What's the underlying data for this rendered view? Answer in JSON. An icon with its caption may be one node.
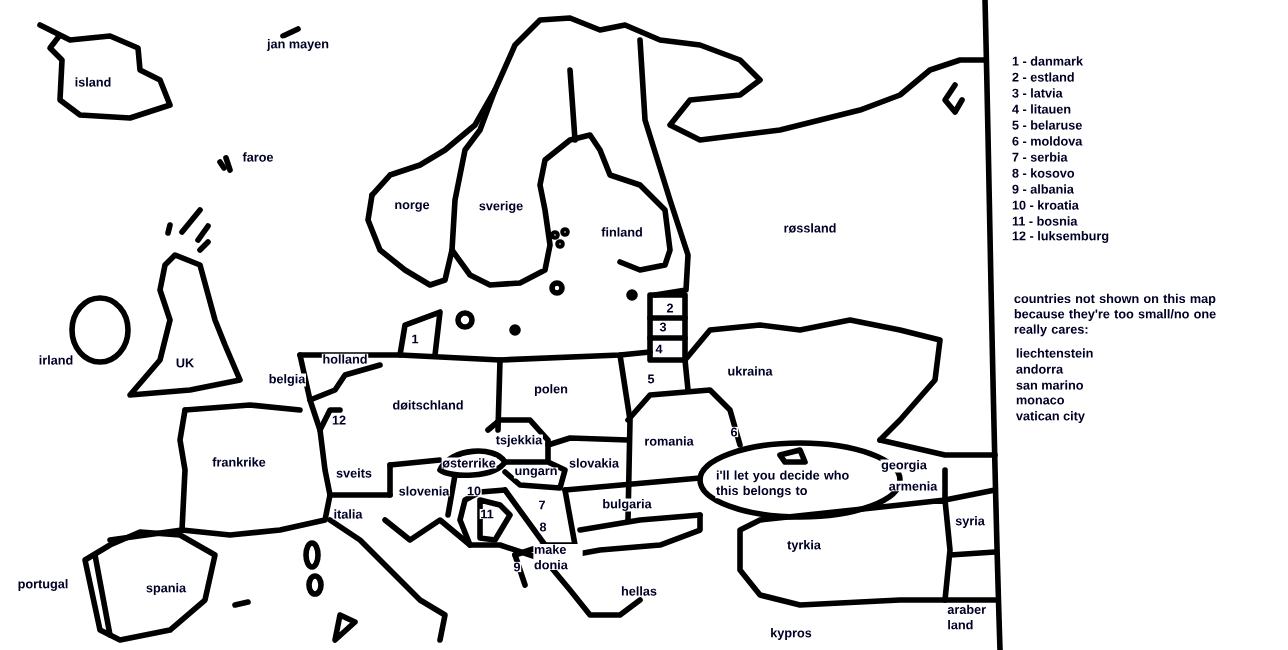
{
  "diagram": {
    "labels": [
      "jan mayen",
      "island",
      "faroe",
      "norge",
      "sverige",
      "finland",
      "røssland",
      "irland",
      "UK",
      "holland",
      "belgia",
      "1",
      "2",
      "3",
      "4",
      "5",
      "ukraina",
      "polen",
      "døitschland",
      "12",
      "tsjekkia",
      "romania",
      "6",
      "frankrike",
      "sveits",
      "østerrike",
      "ungarn",
      "slovakia",
      "i'll let you decide who this belongs to",
      "georgia",
      "armenia",
      "slovenia",
      "10",
      "7",
      "bulgaria",
      "italia",
      "11",
      "8",
      "syria",
      "tyrkia",
      "make donia",
      "9",
      "portugal",
      "spania",
      "hellas",
      "araber land",
      "kypros",
      "1 - danmark",
      "2 - estland",
      "3 - latvia",
      "4 - litauen",
      "5 - belaruse",
      "6 - moldova",
      "7 - serbia",
      "8 - kosovo",
      "9 - albania",
      "10 - kroatia",
      "11 - bosnia",
      "12 - luksemburg",
      "countries not shown on this map because they're too small/no one really cares:",
      "liechtenstein",
      "andorra",
      "san marino",
      "monaco",
      "vatican city"
    ]
  }
}
